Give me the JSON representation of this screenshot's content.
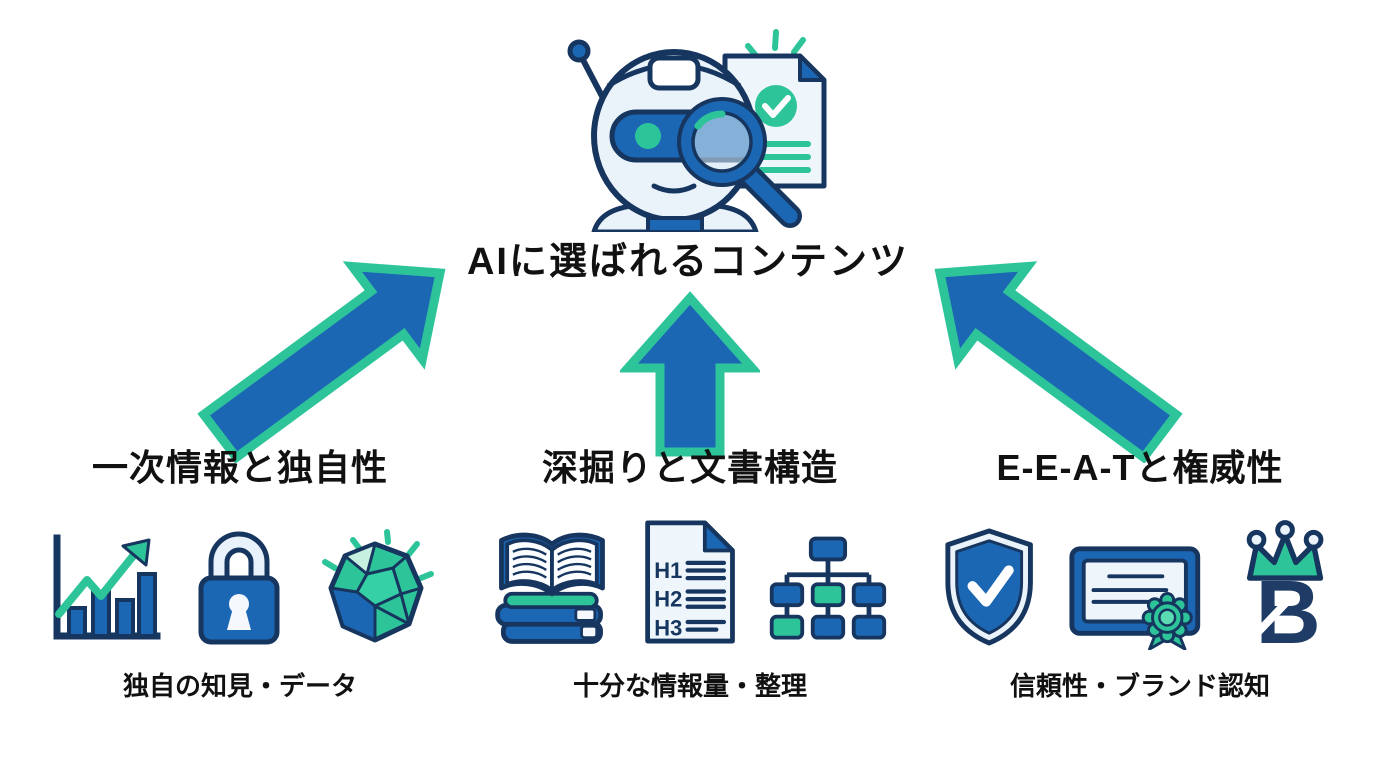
{
  "title": "AIに選ばれるコンテンツ",
  "hero": {
    "icon": "ai-robot-magnifier-document-icon"
  },
  "arrows": [
    "up-right-arrow",
    "up-arrow",
    "up-left-arrow"
  ],
  "columns": [
    {
      "heading": "一次情報と独自性",
      "caption": "独自の知見・データ",
      "icons": [
        "growth-chart-icon",
        "lock-icon",
        "gem-icon"
      ]
    },
    {
      "heading": "深掘りと文書構造",
      "caption": "十分な情報量・整理",
      "icons": [
        "open-book-stack-icon",
        "heading-structure-doc-icon",
        "sitemap-icon"
      ],
      "doc_labels": [
        "H1",
        "H2",
        "H3"
      ]
    },
    {
      "heading": "E-E-A-Tと権威性",
      "caption": "信頼性・ブランド認知",
      "icons": [
        "shield-check-icon",
        "certificate-icon",
        "brand-crown-b-icon"
      ],
      "brand_letter": "B"
    }
  ],
  "colors": {
    "blue": "#1c67b4",
    "navy": "#16365f",
    "teal": "#2ec49a",
    "light_blue": "#eaf2fa",
    "text": "#111111",
    "background": "#ffffff"
  }
}
